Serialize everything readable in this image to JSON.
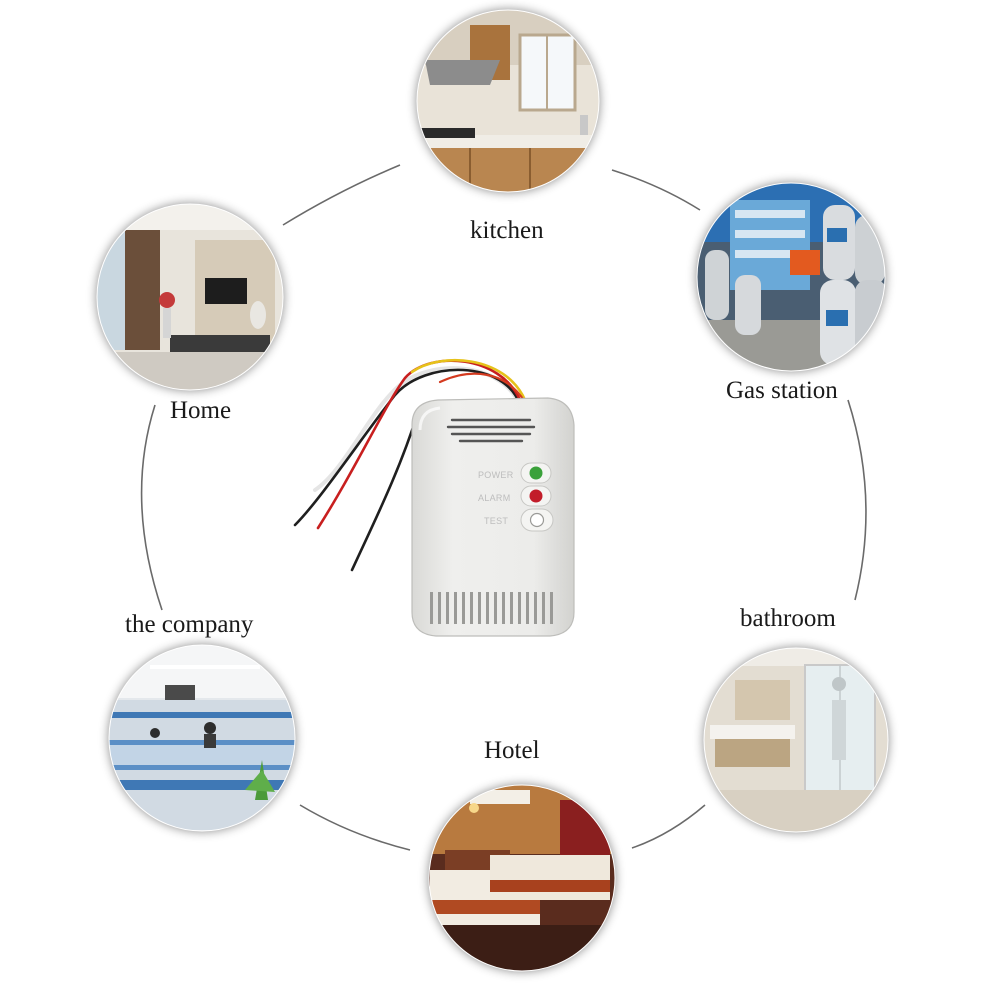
{
  "labels": {
    "kitchen": "kitchen",
    "gas_station": "Gas station",
    "home": "Home",
    "bathroom": "bathroom",
    "company": "the company",
    "hotel": "Hotel"
  },
  "device": {
    "power_label": "POWER",
    "alarm_label": "ALARM",
    "test_label": "TEST",
    "power_led_color": "#3aa13a",
    "alarm_led_color": "#c21d2a",
    "body_color": "#ececea"
  },
  "scenes": [
    "kitchen",
    "gas station",
    "home living room",
    "bathroom",
    "office",
    "hotel room"
  ]
}
